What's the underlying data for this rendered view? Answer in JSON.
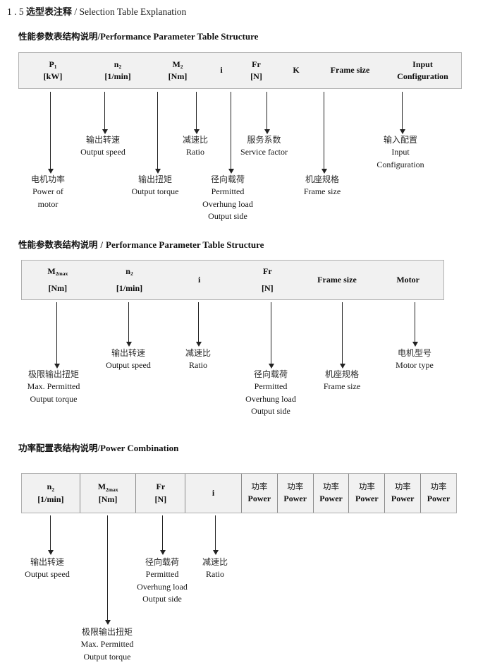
{
  "document": {
    "section_number": "1 . 5",
    "title_cn": "选型表注释",
    "title_sep": "/",
    "title_en": "Selection Table Explanation"
  },
  "sections": [
    {
      "heading_cn": "性能参数表结构说明",
      "heading_sep": "/",
      "heading_en": "Performance Parameter Table Structure",
      "table": {
        "columns": [
          {
            "symbol": "P",
            "sub": "1",
            "unit": "[kW]"
          },
          {
            "symbol": "n",
            "sub": "2",
            "unit": "[1/min]"
          },
          {
            "symbol": "M",
            "sub": "2",
            "unit": "[Nm]"
          },
          {
            "symbol": "i",
            "sub": "",
            "unit": ""
          },
          {
            "symbol": "Fr",
            "sub": "",
            "unit": "[N]"
          },
          {
            "symbol": "K",
            "sub": "",
            "unit": ""
          },
          {
            "symbol": "Frame size",
            "sub": "",
            "unit": ""
          },
          {
            "symbol": "Input",
            "sub": "",
            "unit": "Configuration"
          }
        ]
      },
      "annotations": [
        {
          "cn": "电机功率",
          "en": [
            "Power of",
            "motor"
          ]
        },
        {
          "cn": "输出转速",
          "en": [
            "Output speed"
          ]
        },
        {
          "cn": "输出扭矩",
          "en": [
            "Output torque"
          ]
        },
        {
          "cn": "减速比",
          "en": [
            "Ratio"
          ]
        },
        {
          "cn": "径向载荷",
          "en": [
            "Permitted",
            "Overhung load",
            "Output side"
          ]
        },
        {
          "cn": "服务系数",
          "en": [
            "Service factor"
          ]
        },
        {
          "cn": "机座规格",
          "en": [
            "Frame size"
          ]
        },
        {
          "cn": "输入配置",
          "en": [
            "Input",
            "Configuration"
          ]
        }
      ]
    },
    {
      "heading_cn": "性能参数表结构说明",
      "heading_sep": "/",
      "heading_en": "Performance Parameter Table Structure",
      "table": {
        "columns": [
          {
            "symbol": "M",
            "sub": "2max",
            "unit": "[Nm]"
          },
          {
            "symbol": "n",
            "sub": "2",
            "unit": "[1/min]"
          },
          {
            "symbol": "i",
            "sub": "",
            "unit": ""
          },
          {
            "symbol": "Fr",
            "sub": "",
            "unit": "[N]"
          },
          {
            "symbol": "Frame size",
            "sub": "",
            "unit": ""
          },
          {
            "symbol": "Motor",
            "sub": "",
            "unit": ""
          }
        ]
      },
      "annotations": [
        {
          "cn": "极限输出扭矩",
          "en": [
            "Max. Permitted",
            "Output  torque"
          ]
        },
        {
          "cn": "输出转速",
          "en": [
            "Output speed"
          ]
        },
        {
          "cn": "减速比",
          "en": [
            "Ratio"
          ]
        },
        {
          "cn": "径向载荷",
          "en": [
            "Permitted",
            "Overhung load",
            "Output side"
          ]
        },
        {
          "cn": "机座规格",
          "en": [
            "Frame size"
          ]
        },
        {
          "cn": "电机型号",
          "en": [
            "Motor type"
          ]
        }
      ]
    },
    {
      "heading_cn": "功率配置表结构说明",
      "heading_sep": "/",
      "heading_en": "Power Combination",
      "table": {
        "columns": [
          {
            "symbol": "n",
            "sub": "2",
            "unit": "[1/min]"
          },
          {
            "symbol": "M",
            "sub": "2max",
            "unit": "[Nm]"
          },
          {
            "symbol": "Fr",
            "sub": "",
            "unit": "[N]"
          },
          {
            "symbol": "i",
            "sub": "",
            "unit": ""
          },
          {
            "symbol": "功率",
            "sub": "",
            "unit": "Power"
          },
          {
            "symbol": "功率",
            "sub": "",
            "unit": "Power"
          },
          {
            "symbol": "功率",
            "sub": "",
            "unit": "Power"
          },
          {
            "symbol": "功率",
            "sub": "",
            "unit": "Power"
          },
          {
            "symbol": "功率",
            "sub": "",
            "unit": "Power"
          },
          {
            "symbol": "功率",
            "sub": "",
            "unit": "Power"
          }
        ]
      },
      "annotations": [
        {
          "cn": "输出转速",
          "en": [
            "Output speed"
          ]
        },
        {
          "cn": "极限输出扭矩",
          "en": [
            "Max. Permitted",
            "Output  torque"
          ]
        },
        {
          "cn": "径向载荷",
          "en": [
            "Permitted",
            "Overhung load",
            "Output side"
          ]
        },
        {
          "cn": "减速比",
          "en": [
            "Ratio"
          ]
        }
      ]
    }
  ],
  "colors": {
    "table_fill": "#f1f1f1",
    "table_border": "#b0b0b0",
    "arrow": "#222222",
    "text": "#111111"
  }
}
